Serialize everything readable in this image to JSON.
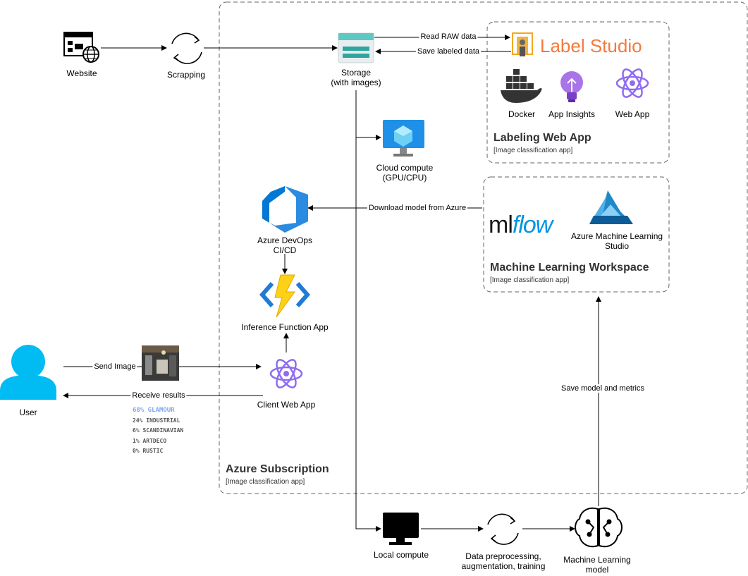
{
  "nodes": {
    "website": "Website",
    "scrapping": "Scrapping",
    "storage": [
      "Storage",
      "(with images)"
    ],
    "label_studio": "Label Studio",
    "docker": "Docker",
    "app_insights": "App Insights",
    "web_app": "Web App",
    "cloud_compute": [
      "Cloud compute",
      "(GPU/CPU)"
    ],
    "azure_devops": [
      "Azure DevOps",
      "CI/CD"
    ],
    "mlflow": [
      "ml",
      "flow"
    ],
    "azure_ml_studio": [
      "Azure Machine Learning",
      "Studio"
    ],
    "inference_function_app": "Inference Function App",
    "user": "User",
    "client_web_app": "Client Web App",
    "local_compute": "Local compute",
    "data_preprocessing": [
      "Data preprocessing,",
      "augmentation, training"
    ],
    "ml_model": [
      "Machine Learning",
      "model"
    ]
  },
  "groups": {
    "labeling": {
      "title": "Labeling Web App",
      "subtitle": "[Image classification app]"
    },
    "ml_workspace": {
      "title": "Machine Learning Workspace",
      "subtitle": "[Image classification app]"
    },
    "subscription": {
      "title": "Azure Subscription",
      "subtitle": "[Image classification app]"
    }
  },
  "edges": {
    "read_raw": "Read RAW data",
    "save_labeled": "Save labeled data",
    "download_model": "Download model from Azure",
    "send_image": "Send Image",
    "receive_results": "Receive results",
    "save_model": "Save model and metrics"
  },
  "predictions": [
    "68% GLAMOUR",
    "24% INDUSTRIAL",
    "6% SCANDINAVIAN",
    "1% ARTDECO",
    "0% RUSTIC"
  ],
  "colors": {
    "azure_blue": "#0078d4",
    "user_blue": "#00bcf2",
    "label_studio_orange": "#f5793a",
    "mlflow_blue": "#0194e2",
    "react_purple": "#7b61ff",
    "storage_teal": "#2fa59e",
    "function_yellow": "#fcd116"
  }
}
